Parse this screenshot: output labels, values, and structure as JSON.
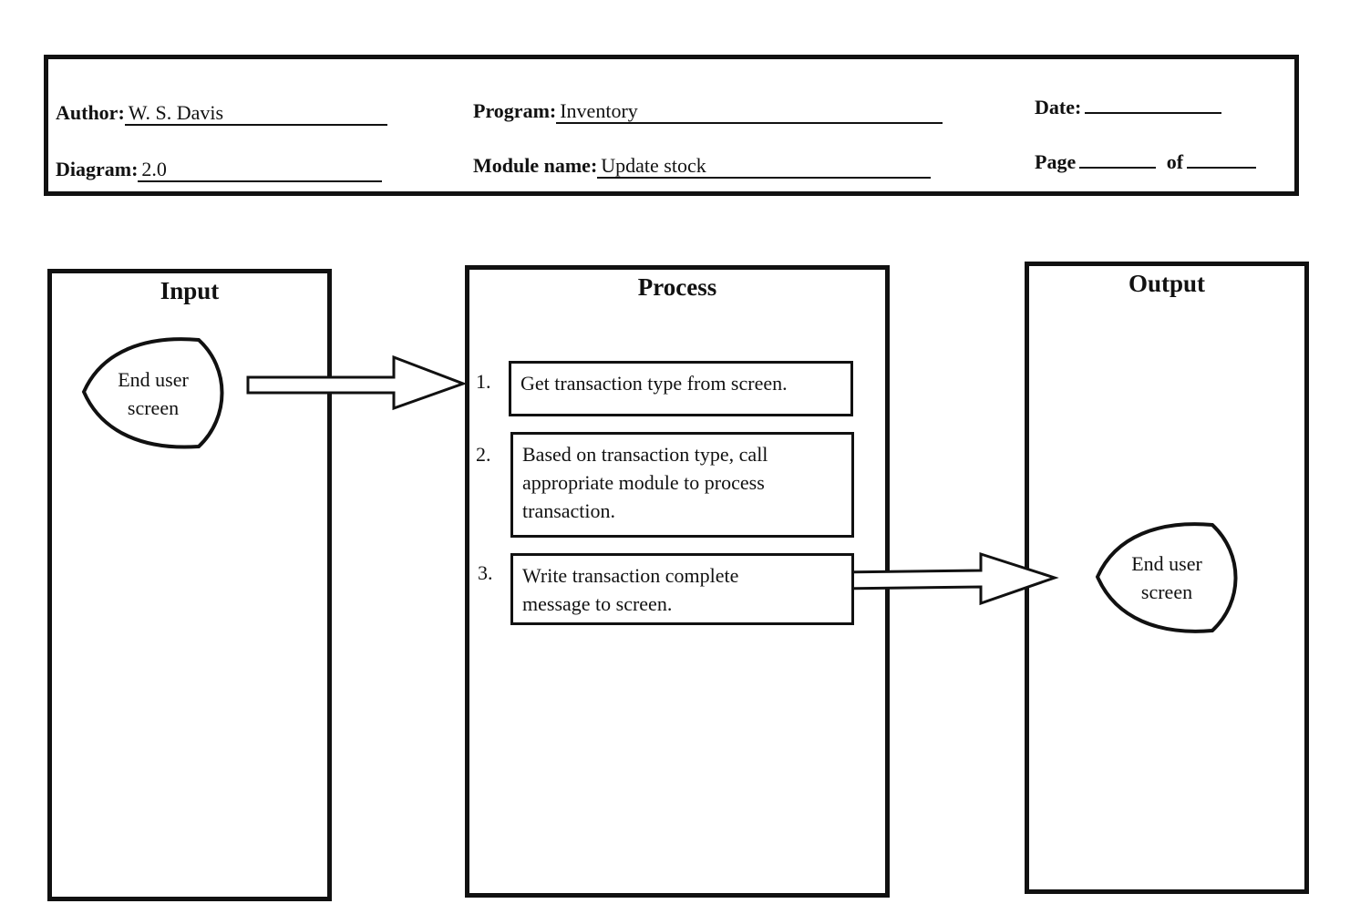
{
  "header": {
    "author_label": "Author:",
    "author_value": "W. S. Davis",
    "program_label": "Program:",
    "program_value": "Inventory",
    "date_label": "Date:",
    "diagram_label": "Diagram:",
    "diagram_value": "2.0",
    "module_label": "Module name:",
    "module_value": "Update stock",
    "page_label": "Page",
    "page_of_label": "of"
  },
  "columns": {
    "input_title": "Input",
    "process_title": "Process",
    "output_title": "Output"
  },
  "input_terminal": {
    "line1": "End user",
    "line2": "screen"
  },
  "output_terminal": {
    "line1": "End user",
    "line2": "screen"
  },
  "steps": [
    {
      "number": "1.",
      "text": "Get transaction type from screen."
    },
    {
      "number": "2.",
      "text": "Based on transaction type, call appropriate module to process transaction."
    },
    {
      "number": "3.",
      "text": "Write transaction complete message to screen."
    }
  ]
}
